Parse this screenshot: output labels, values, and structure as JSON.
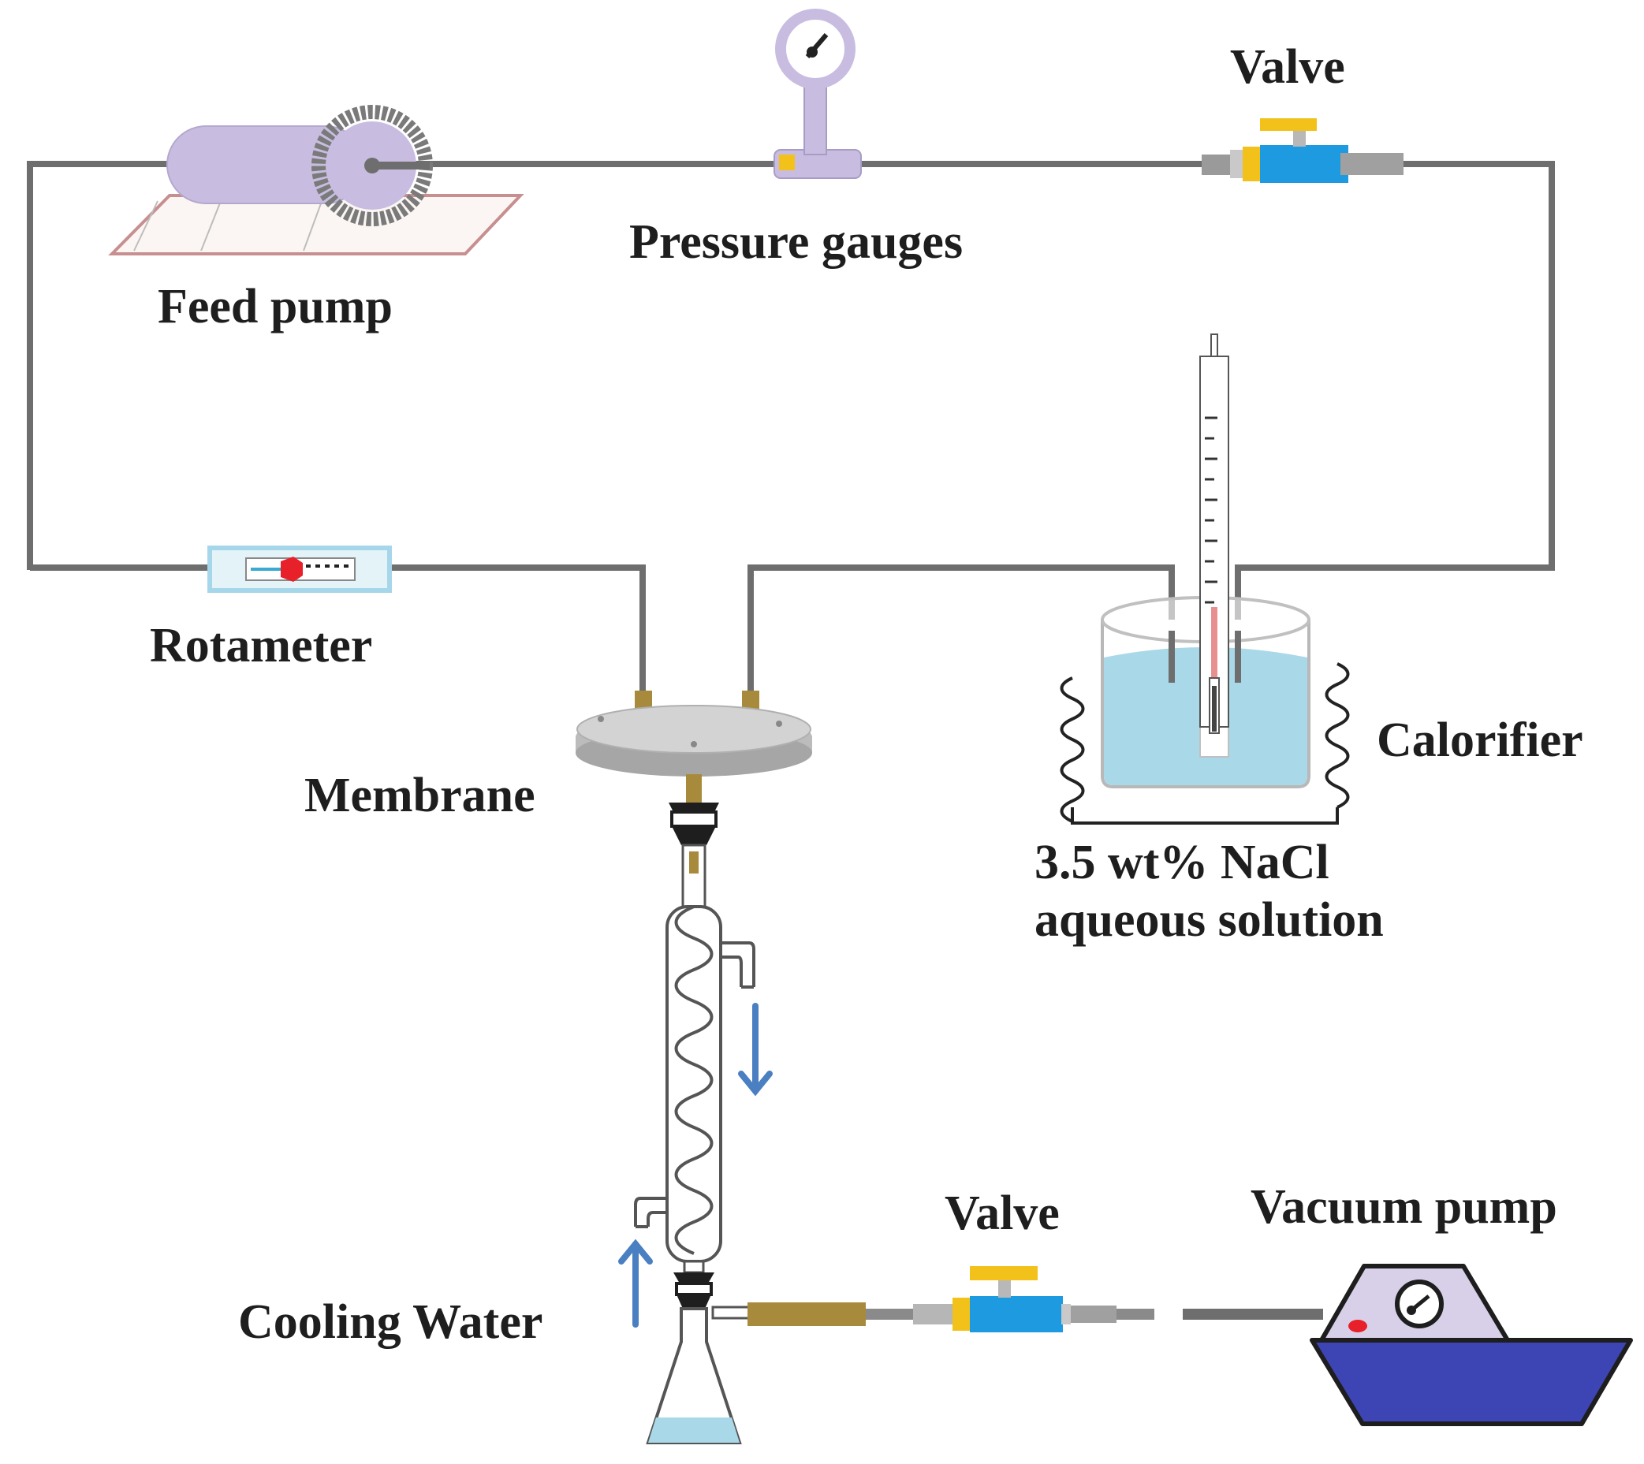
{
  "labels": {
    "feed_pump": "Feed pump",
    "pressure_gauges": "Pressure gauges",
    "valve_top": "Valve",
    "rotameter": "Rotameter",
    "membrane": "Membrane",
    "calorifier": "Calorifier",
    "nacl_line1": "3.5 wt% NaCl",
    "nacl_line2": "aqueous solution",
    "cooling_water": "Cooling Water",
    "valve_bottom": "Valve",
    "vacuum_pump": "Vacuum pump"
  },
  "colors": {
    "pipe": "#6e6e6e",
    "pump_body": "#c8bde0",
    "valve_body": "#1e9be0",
    "valve_handle": "#f2c21b",
    "solution": "#a9d8e8",
    "flow_arrow": "#4a7fc1",
    "fitting": "#a88a3c",
    "vacuum_base": "#3d44b4",
    "vacuum_top": "#d7d0e8",
    "indicator": "#e8202a"
  }
}
